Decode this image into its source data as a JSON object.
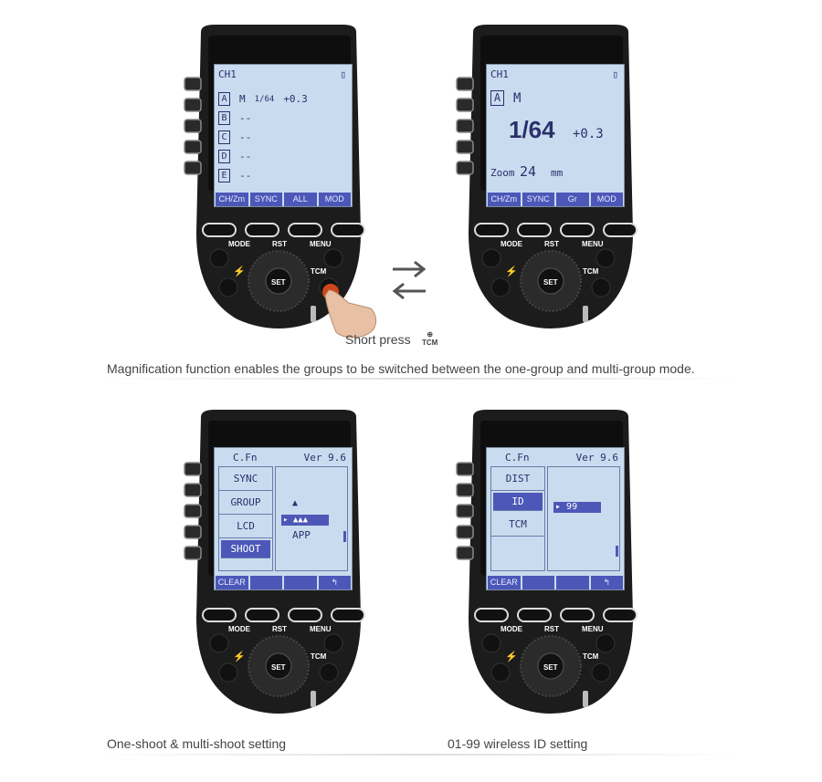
{
  "colors": {
    "lcd_bg": "#c9dcef",
    "lcd_text": "#2b2f6b",
    "soft_key": "#4c57b8",
    "body": "#1c1c1c"
  },
  "device_buttons": {
    "mode": "MODE",
    "rst": "RST",
    "menu": "MENU",
    "tcm": "TCM",
    "set": "SET"
  },
  "panel1": {
    "channel": "CH1",
    "rows": [
      {
        "group": "A",
        "mode": "M",
        "power": "1/64",
        "comp": "+0.3"
      },
      {
        "group": "B",
        "mode": "--"
      },
      {
        "group": "C",
        "mode": "--"
      },
      {
        "group": "D",
        "mode": "--"
      },
      {
        "group": "E",
        "mode": "--"
      }
    ],
    "softkeys": [
      "CH/Zm",
      "SYNC",
      "ALL",
      "MOD"
    ]
  },
  "panel2": {
    "channel": "CH1",
    "group": "A",
    "mode": "M",
    "power": "1/64",
    "comp": "+0.3",
    "zoom_label": "Zoom",
    "zoom_value": "24",
    "zoom_unit": "mm",
    "softkeys": [
      "CH/Zm",
      "SYNC",
      "Gr",
      "MOD"
    ]
  },
  "panel3": {
    "title": "C.Fn",
    "version": "Ver 9.6",
    "items": [
      "SYNC",
      "GROUP",
      "LCD",
      "SHOOT"
    ],
    "selected": "SHOOT",
    "option": "APP",
    "softkeys": [
      "CLEAR",
      "",
      "",
      "↰"
    ]
  },
  "panel4": {
    "title": "C.Fn",
    "version": "Ver 9.6",
    "items": [
      "DIST",
      "ID",
      "TCM"
    ],
    "selected": "ID",
    "value": "99",
    "softkeys": [
      "CLEAR",
      "",
      "",
      "↰"
    ]
  },
  "short_press_label": "Short press",
  "captions": {
    "top": "Magnification function enables the groups to be switched between the one-group and multi-group mode.",
    "bottom_left": "One-shoot & multi-shoot setting",
    "bottom_right": "01-99 wireless ID setting"
  }
}
